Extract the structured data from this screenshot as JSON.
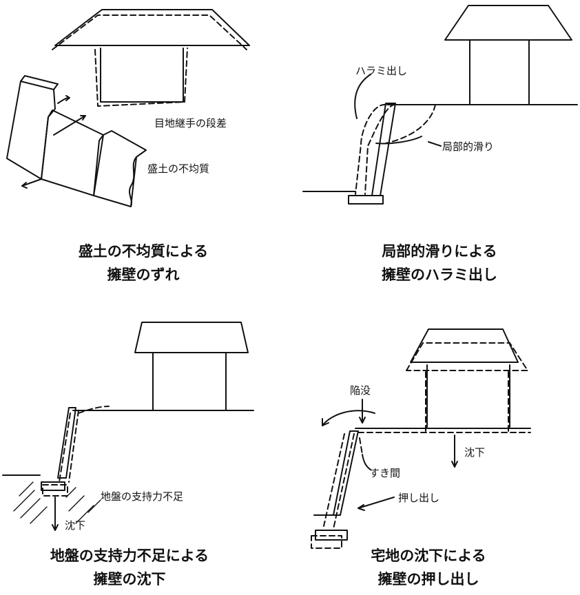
{
  "panels": [
    {
      "labels": {
        "joint_step": "目地継手の段差",
        "fill_uneven": "盛土の不均質"
      },
      "caption": [
        "盛土の不均質による",
        "擁壁のずれ"
      ]
    },
    {
      "labels": {
        "bulge": "ハラミ出し",
        "local_slide": "局部的滑り"
      },
      "caption": [
        "局部的滑りによる",
        "擁壁のハラミ出し"
      ]
    },
    {
      "labels": {
        "bearing": "地盤の支持力不足",
        "settle": "沈下"
      },
      "caption": [
        "地盤の支持力不足による",
        "擁壁の沈下"
      ]
    },
    {
      "labels": {
        "sink": "陥没",
        "gap": "すき間",
        "settle": "沈下",
        "push": "押し出し"
      },
      "caption": [
        "宅地の沈下による",
        "擁壁の押し出し"
      ]
    }
  ],
  "colors": {
    "line": "#111111",
    "background": "#ffffff"
  }
}
